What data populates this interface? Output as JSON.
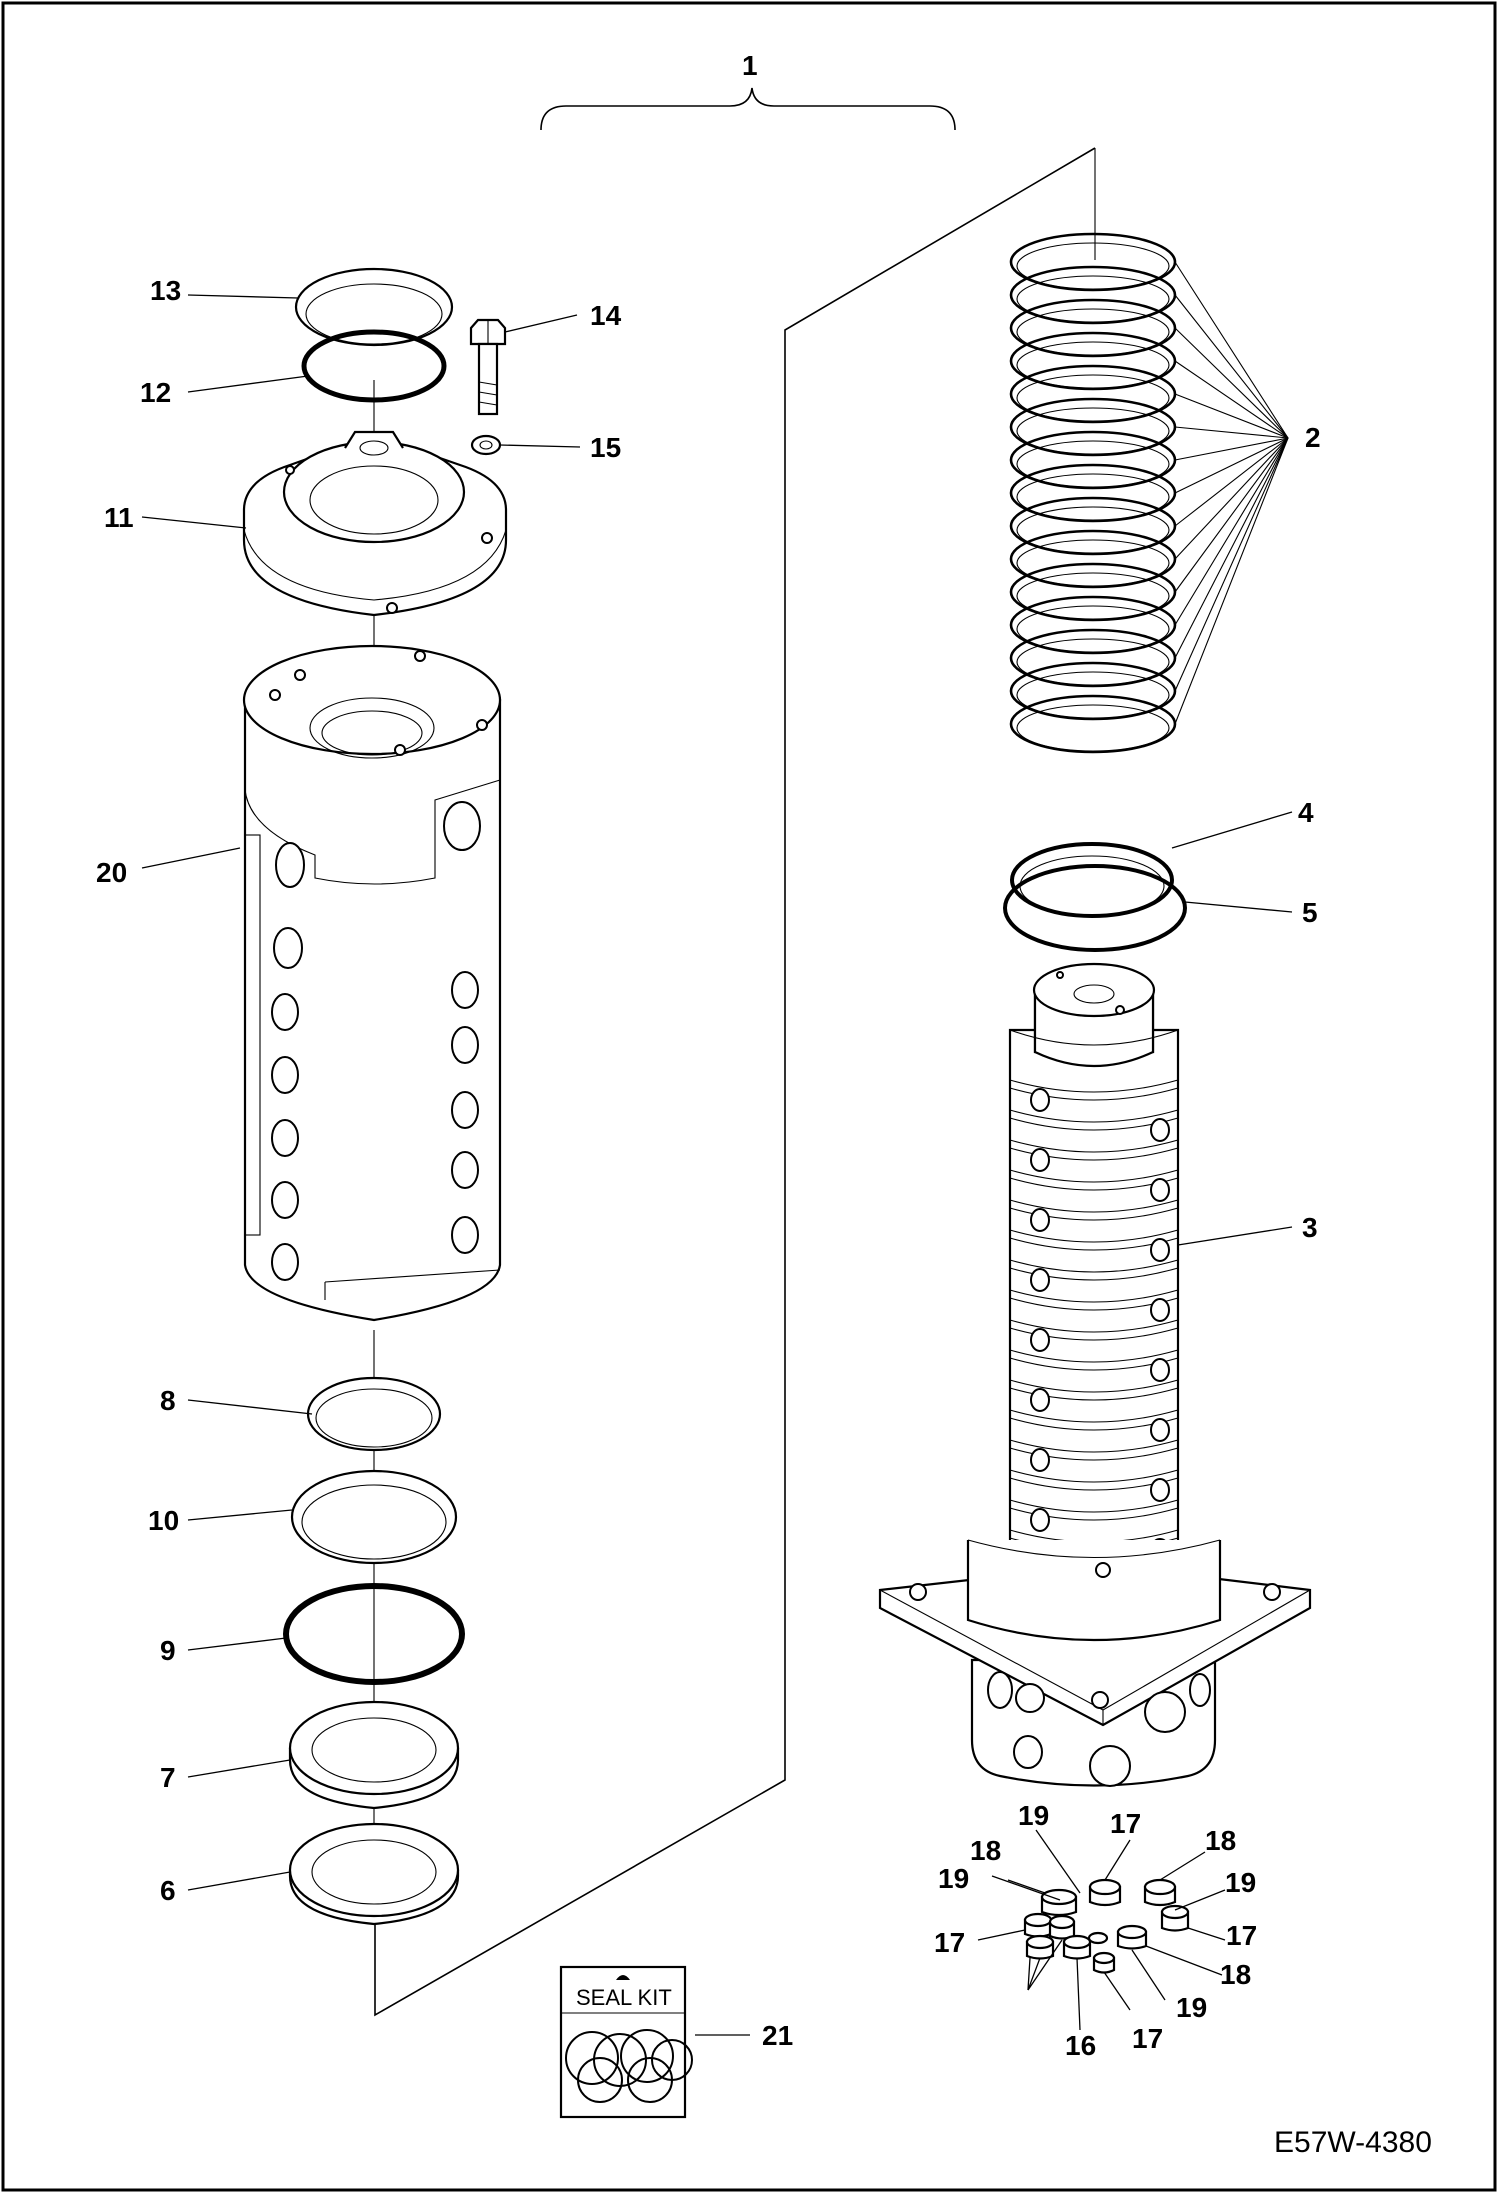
{
  "drawing_code": "E57W-4380",
  "seal_kit_label": "SEAL KIT",
  "callouts": {
    "c1": "1",
    "c2": "2",
    "c3": "3",
    "c4": "4",
    "c5": "5",
    "c6": "6",
    "c7": "7",
    "c8": "8",
    "c9": "9",
    "c10": "10",
    "c11": "11",
    "c12": "12",
    "c13": "13",
    "c14": "14",
    "c15": "15",
    "c16": "16",
    "c17": "17",
    "c18": "18",
    "c19": "19",
    "c20": "20",
    "c21": "21"
  },
  "colors": {
    "line": "#000000",
    "background": "#ffffff"
  }
}
